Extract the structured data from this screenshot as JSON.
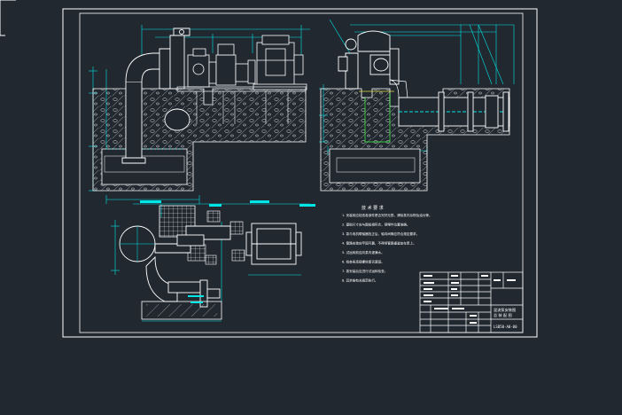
{
  "viewer": {
    "background": "#212830",
    "sheet_border_color": "#ffffff",
    "line_color": "#ffffff",
    "dimension_color": "#00e5e5",
    "part_color": "#ffffff",
    "hatch_color": "#ffffff",
    "accent_color": "#e0e040",
    "green_color": "#40ff40",
    "cursor_icon": "crosshair-icon"
  },
  "drawing": {
    "notes": {
      "title": "技 术 要 求",
      "items": [
        "1. 安装前应检查各部件是否完好无损，清除泵内杂物及油污等。",
        "2. 基础尺寸应与图纸相符合，预埋件位置准确。",
        "3. 泵与电机联轴器找正后，轴向间隙应符合规定要求。",
        "4. 管路安装应牢固可靠，不得将管路重量加在泵上。",
        "5. 试运转前应向泵内灌满水。",
        "6. 检查各连接螺栓是否紧固。",
        "7. 泵安装后应进行试运转检查。",
        "8. 其余按有关规范执行。"
      ]
    },
    "title_block": {
      "drawing_title": "混流泵安装图",
      "sub_title": "总 装 配 图",
      "drawing_number": "LSB50-A0-00"
    }
  }
}
